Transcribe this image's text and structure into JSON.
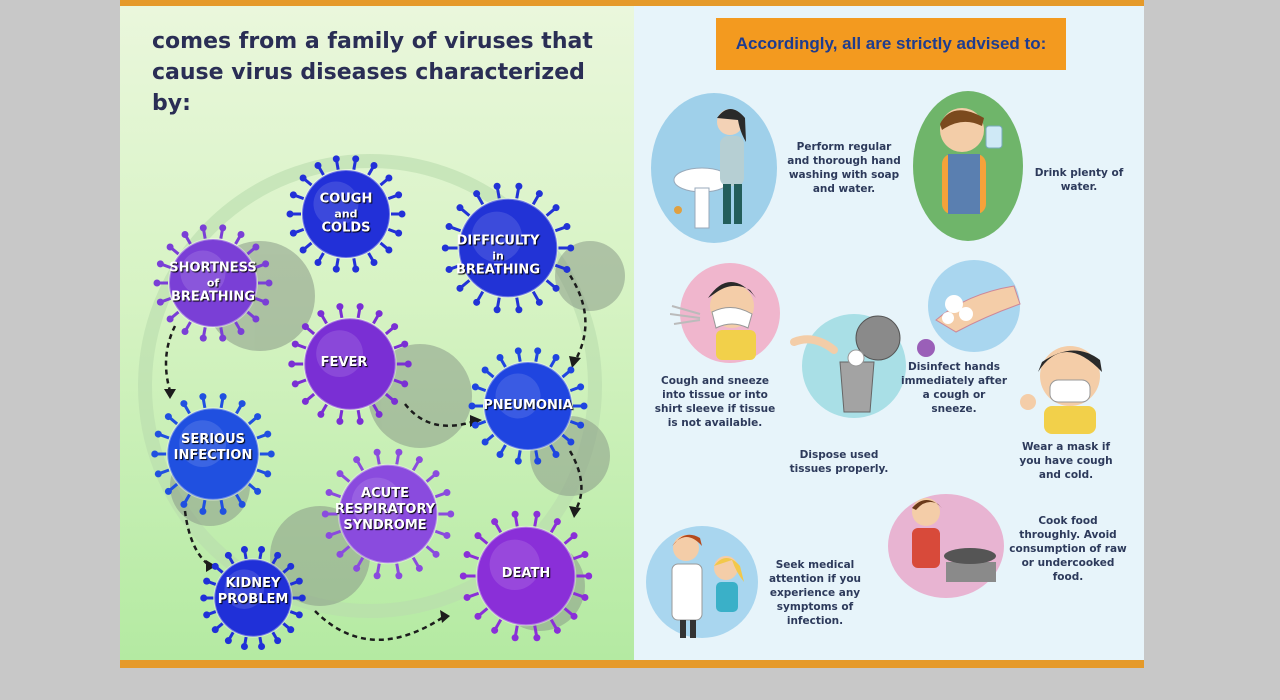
{
  "left_panel": {
    "headline_line1": "comes from a family of viruses that",
    "headline_line2": "cause virus diseases characterized by:",
    "viruses": {
      "cough": {
        "line1": "COUGH",
        "line2": "and",
        "line3": "COLDS",
        "color": "#2230d8"
      },
      "difficulty": {
        "line1": "DIFFICULTY",
        "line2": "in",
        "line3": "BREATHING",
        "color": "#2233d6"
      },
      "shortness": {
        "line1": "SHORTNESS",
        "line2": "of",
        "line3": "BREATHING",
        "color": "#7a3fd6"
      },
      "fever": {
        "line1": "FEVER",
        "color": "#7a2fd4"
      },
      "pneumonia": {
        "line1": "PNEUMONIA",
        "color": "#1f45e0"
      },
      "serious": {
        "line1": "SERIOUS",
        "line2": "INFECTION",
        "color": "#2050e0"
      },
      "acute": {
        "line1": "ACUTE",
        "line2": "RESPIRATORY",
        "line3": "SYNDROME",
        "color": "#8a4bde"
      },
      "kidney": {
        "line1": "KIDNEY",
        "line2": "PROBLEM",
        "color": "#2030d8"
      },
      "death": {
        "line1": "DEATH",
        "color": "#8a2fd8"
      }
    }
  },
  "right_panel": {
    "header": "Accordingly, all are strictly advised to:",
    "tips": {
      "hand_wash": "Perform regular and thorough hand washing with soap and water.",
      "drink": "Drink plenty of water.",
      "cough_sneeze": "Cough and sneeze into tissue or into shirt sleeve if tissue is not available.",
      "disinfect": "Disinfect hands immediately after a cough or sneeze.",
      "dispose": "Dispose used tissues properly.",
      "mask": "Wear a mask if you have cough and cold.",
      "cook": "Cook food throughly. Avoid consumption of raw or undercooked food.",
      "medical": "Seek medical attention if you experience any symptoms of infection."
    }
  },
  "colors": {
    "accent_orange": "#f39a1f",
    "headline": "#2a2e55",
    "tip_text": "#2d3a5b"
  }
}
